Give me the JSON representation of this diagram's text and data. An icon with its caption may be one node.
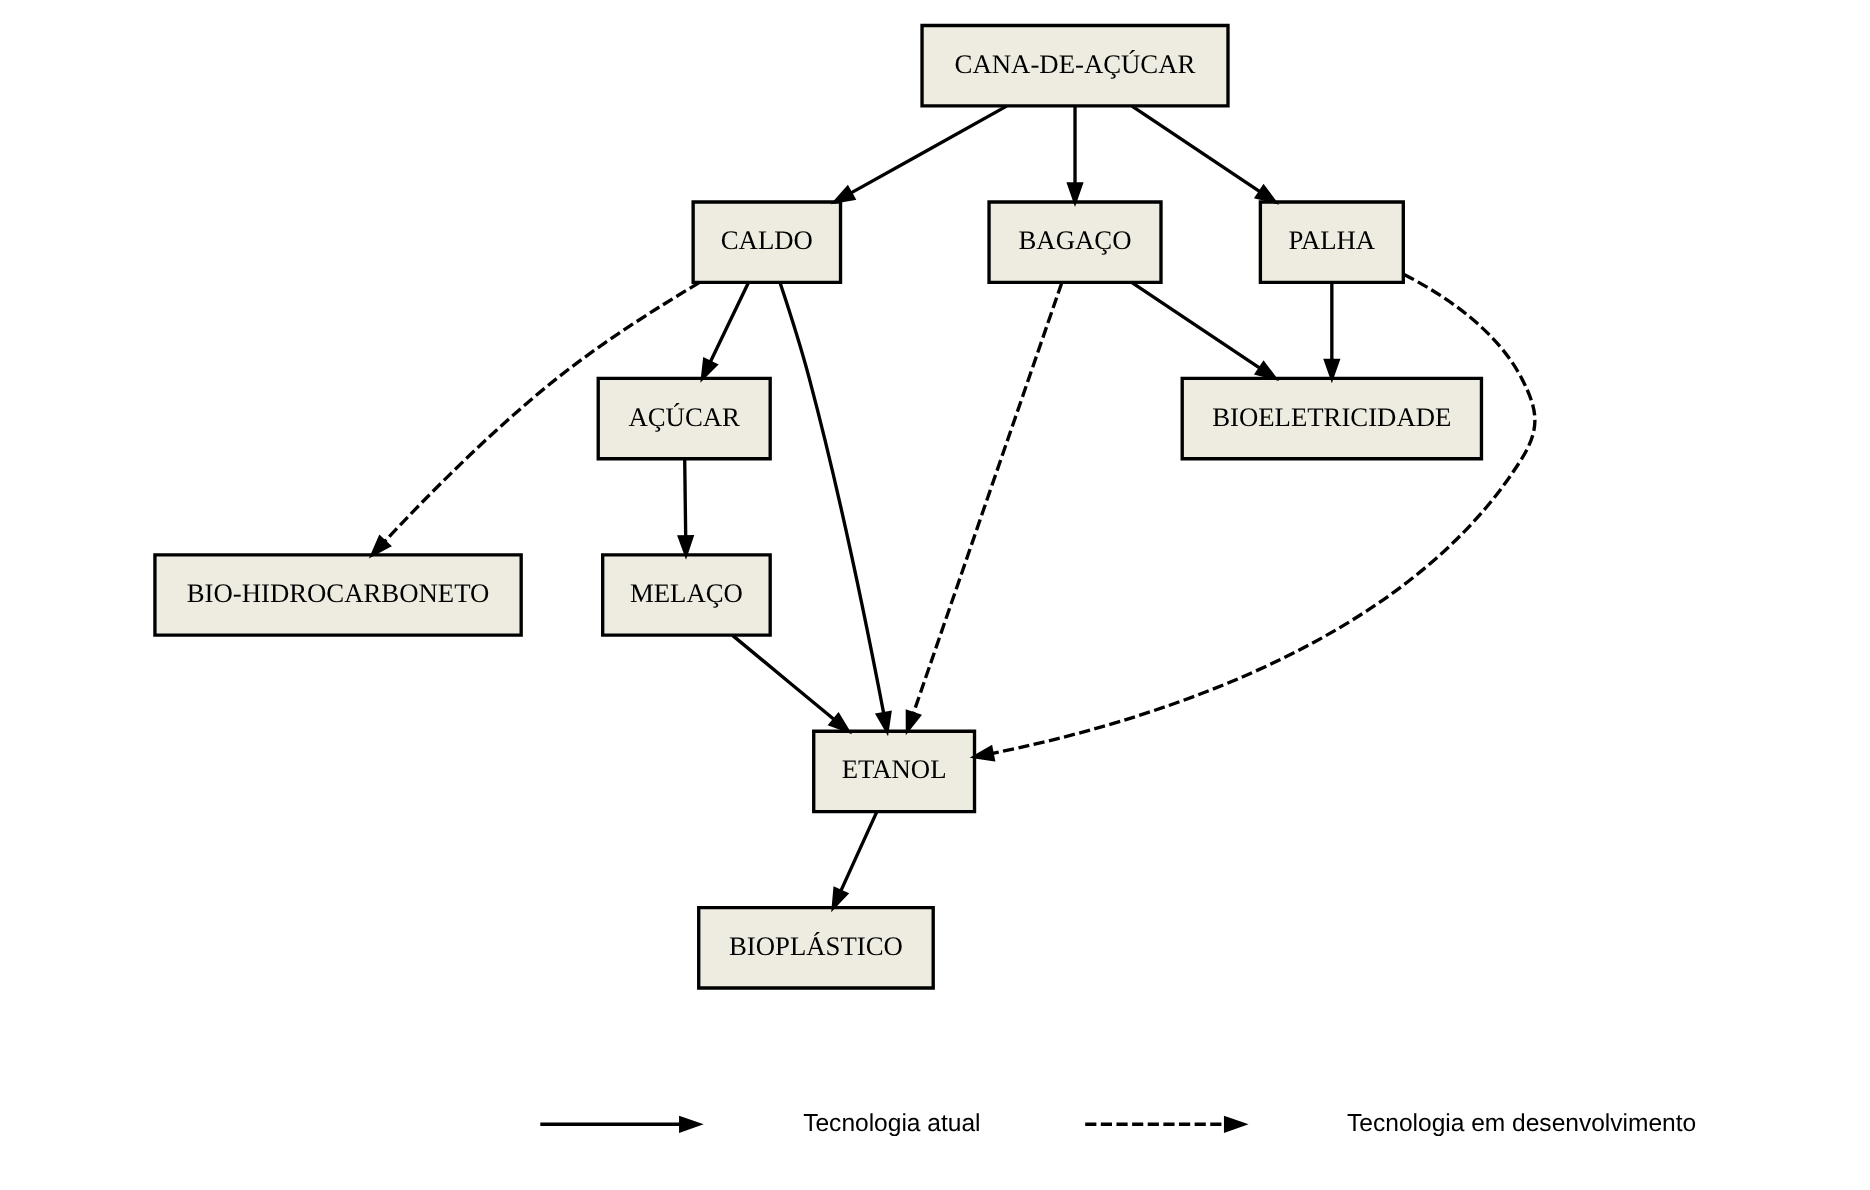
{
  "diagram": {
    "nodes": [
      {
        "text": [
          "CANA-DE-AÇÚCAR"
        ]
      },
      {
        "text": [
          "CALDO"
        ]
      },
      {
        "text": [
          "BAGAÇO"
        ]
      },
      {
        "text": [
          "PALHA"
        ]
      },
      {
        "text": [
          "AÇÚCAR"
        ]
      },
      {
        "text": [
          "ETANOL"
        ]
      },
      {
        "text": [
          "BIO-HIDROCARBONETO"
        ]
      },
      {
        "text": [
          "BIOELETRICIDADE"
        ]
      },
      {
        "text": [
          "MELAÇO"
        ]
      },
      {
        "text": [
          "BIOPLÁSTICO"
        ]
      }
    ],
    "edges": [
      {
        "from": 0,
        "to": 1,
        "arrow": "to"
      },
      {
        "from": 0,
        "to": 2,
        "arrow": "to"
      },
      {
        "from": 0,
        "to": 3,
        "arrow": "to"
      },
      {
        "from": 1,
        "to": 6,
        "arrow": "to",
        "style": "dashed"
      },
      {
        "from": 1,
        "to": 4,
        "arrow": "to"
      },
      {
        "from": 1,
        "to": 5,
        "arrow": "to"
      },
      {
        "from": 2,
        "to": 5,
        "arrow": "to",
        "style": "dashed"
      },
      {
        "from": 2,
        "to": 7,
        "arrow": "to"
      },
      {
        "from": 3,
        "to": 5,
        "arrow": "to",
        "style": "dashed"
      },
      {
        "from": 3,
        "to": 7,
        "arrow": "to"
      },
      {
        "from": 4,
        "to": 8,
        "arrow": "to"
      },
      {
        "from": 8,
        "to": 5,
        "arrow": "to"
      },
      {
        "from": 5,
        "to": 9,
        "arrow": "to"
      }
    ],
    "legend": [
      {
        "text": "Tecnologia atual"
      },
      {
        "text": "Tecnologia em desenvolvimento"
      }
    ]
  }
}
